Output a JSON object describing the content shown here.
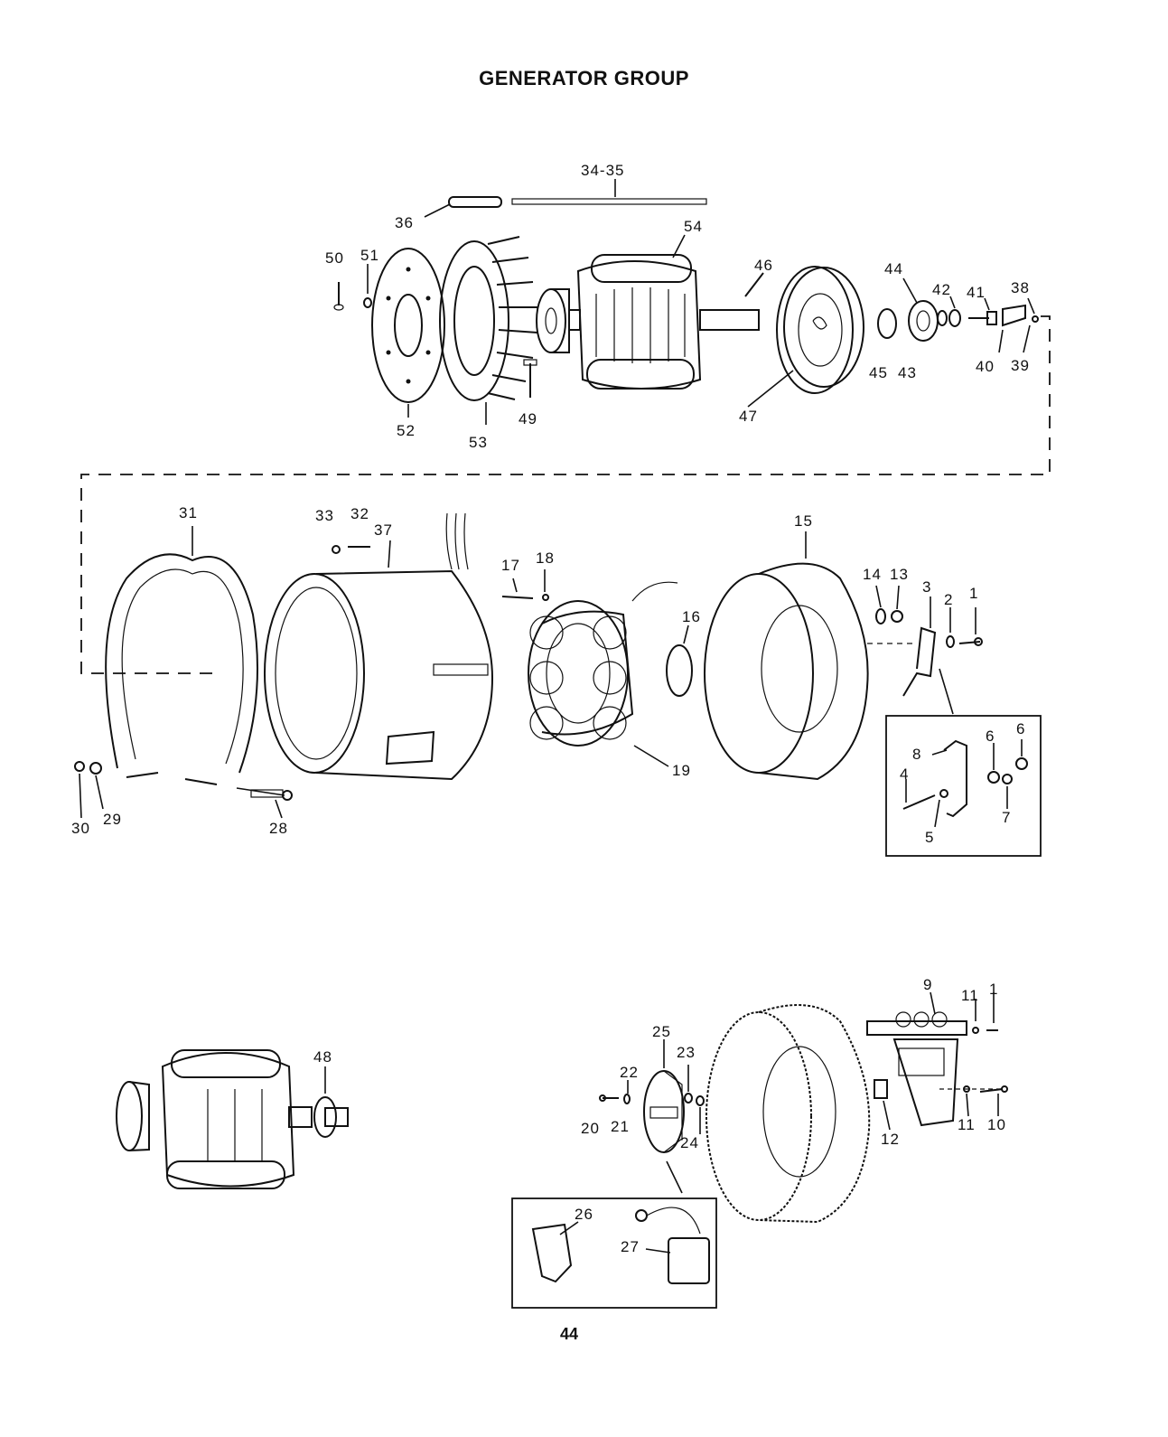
{
  "title": "GENERATOR GROUP",
  "page_number": "44",
  "labels": {
    "l34_35": "34-35",
    "l36": "36",
    "l54": "54",
    "l50": "50",
    "l51": "51",
    "l46": "46",
    "l44": "44",
    "l42": "42",
    "l41": "41",
    "l38": "38",
    "l45": "45",
    "l43": "43",
    "l40": "40",
    "l39": "39",
    "l52": "52",
    "l53": "53",
    "l49": "49",
    "l47": "47",
    "l31": "31",
    "l33": "33",
    "l32": "32",
    "l37": "37",
    "l17": "17",
    "l18": "18",
    "l15": "15",
    "l14": "14",
    "l13": "13",
    "l3": "3",
    "l2": "2",
    "l1a": "1",
    "l16": "16",
    "l19": "19",
    "l8": "8",
    "l6a": "6",
    "l6b": "6",
    "l4": "4",
    "l7": "7",
    "l5": "5",
    "l30": "30",
    "l29": "29",
    "l28": "28",
    "l48": "48",
    "l9": "9",
    "l11a": "11",
    "l1b": "1",
    "l25": "25",
    "l23": "23",
    "l22": "22",
    "l20": "20",
    "l21": "21",
    "l24": "24",
    "l12": "12",
    "l11b": "11",
    "l10": "10",
    "l26": "26",
    "l27": "27"
  }
}
